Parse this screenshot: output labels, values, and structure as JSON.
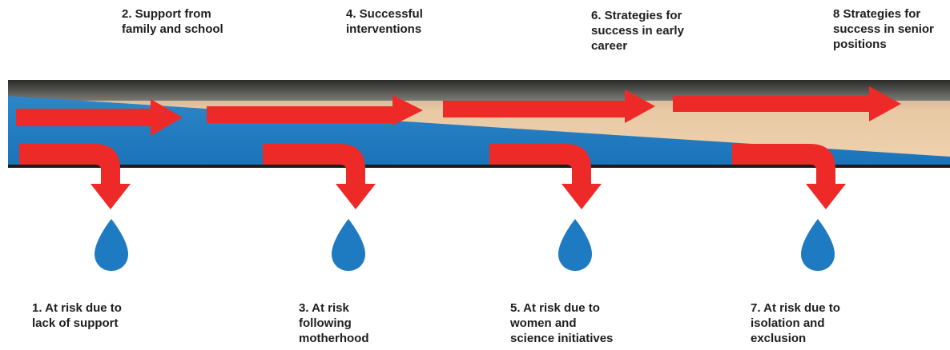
{
  "colors": {
    "pipe_water": "#1f7bc1",
    "pipe_upper": "#e9c9a4",
    "pipe_top_rim": "#3c3c3c",
    "pipe_bottom_rim": "#1c1c1c",
    "arrow": "#ed2a27",
    "drop": "#1f7bc1"
  },
  "icons": {
    "flow_arrow": "right-arrow-icon",
    "leak_arrow": "bent-down-arrow-icon",
    "drop": "water-drop-icon"
  },
  "top_labels": [
    "2. Support from\nfamily and school",
    "4. Successful\ninterventions",
    "6. Strategies for\nsuccess in early\ncareer",
    "8 Strategies for\nsuccess in senior\npositions"
  ],
  "bottom_labels": [
    "1. At risk due to\nlack of support",
    "3. At risk\nfollowing\nmotherhood",
    "5. At risk due to\nwomen and\nscience initiatives",
    "7. At risk due to\nisolation and\nexclusion"
  ]
}
